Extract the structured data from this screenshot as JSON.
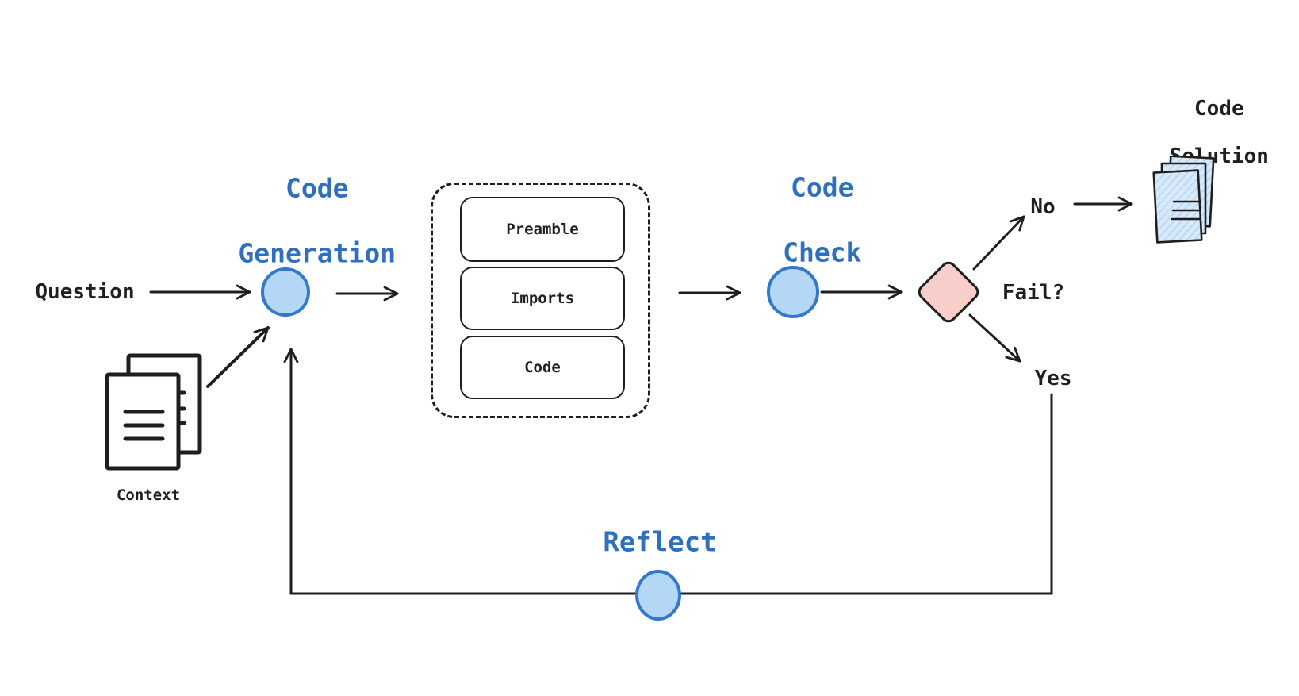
{
  "palette": {
    "accent_blue_text": "#2e6fbe",
    "node_fill": "#b3d7f5",
    "node_stroke": "#3279cc",
    "decision_fill": "#f8cdca",
    "ink": "#1e1e1e",
    "doc_hatch_fill": "#d8e9fa"
  },
  "nodes": {
    "code_generation": {
      "label_line1": "Code",
      "label_line2": "Generation"
    },
    "code_check": {
      "label_line1": "Code",
      "label_line2": "Check"
    },
    "reflect": {
      "label": "Reflect"
    }
  },
  "inputs": {
    "question_label": "Question",
    "context_label": "Context"
  },
  "prompt_structure": {
    "items": [
      "Preamble",
      "Imports",
      "Code"
    ]
  },
  "decision": {
    "label": "Fail?",
    "branch_no": "No",
    "branch_yes": "Yes"
  },
  "output": {
    "label_line1": "Code",
    "label_line2": "Solution"
  }
}
